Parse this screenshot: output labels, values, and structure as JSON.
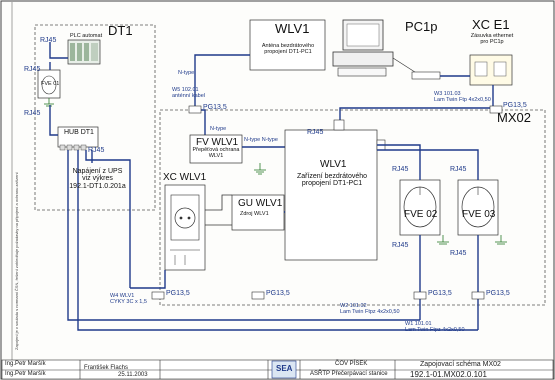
{
  "diagram": {
    "dt1": {
      "title": "DT1",
      "plc": "PLC automat",
      "fve": "FVE 01",
      "hub": "HUB DT1",
      "ups_note": "Napájení z UPS\nviz výkres\n192.1-DT1.0.201a"
    },
    "wlv1_box": {
      "title": "WLV1",
      "desc": "Anténa bezdrátového\npropojení DT1-PC1"
    },
    "pc1p": {
      "title": "PC1p"
    },
    "xc_e1": {
      "title": "XC E1",
      "desc": "Zásuvka ethernet\npro PC1p"
    },
    "mx02": {
      "title": "MX02"
    },
    "fv_wlv1": {
      "title": "FV WLV1",
      "desc": "Přepěťová ochrana\nWLV1"
    },
    "wlv1_main": {
      "title": "WLV1",
      "desc": "Zařízení bezdrátového\npropojení DT1-PC1"
    },
    "xc_wlv1": {
      "title": "XC WLV1"
    },
    "gu_wlv1": {
      "title": "GU WLV1",
      "desc": "Zdroj WLV1"
    },
    "fve02": {
      "title": "FVE 02"
    },
    "fve03": {
      "title": "FVE 03"
    },
    "labels": {
      "rj45": "RJ45",
      "pg135": "PG13,5",
      "ntype": "N-type",
      "ntype_pair": "N-type N-type",
      "w5_cable": "W5 102.01\nanténní kabel",
      "w3_cable": "W3 101.03\nLam Twin Ftp 4x2x0,50",
      "w4_cable": "W4 WLV1\nCYKY 3C x 1,5",
      "w2_cable": "W2 101.02\nLam Twin Ftpz 4x2x0,50",
      "w1_cable": "W1 101.01\nLam Twin Ftpz 4x2x0,50"
    },
    "title_block": {
      "author1": "Ing.Petr Maršík",
      "author2": "Ing.Petr Maršík",
      "checker": "František Flachs",
      "date": "25.11.2003",
      "logo": "SEA",
      "project1": "ČOV PÍSEK",
      "project2": "ASŘTP Přečerpávací stanice",
      "sheet_title": "Zapojovací schéma MX02",
      "drawing_no": "192.1-01.MX02.0.101"
    },
    "side_note": "Zapojení je v souladu s normami ČSN, řešení zohledňuje požadavky na připojení a ochranu zařízení"
  },
  "colors": {
    "blue_wire": "#1f3a8a",
    "line": "#333333",
    "dashed": "#555555",
    "ground": "#2a7a2a"
  }
}
